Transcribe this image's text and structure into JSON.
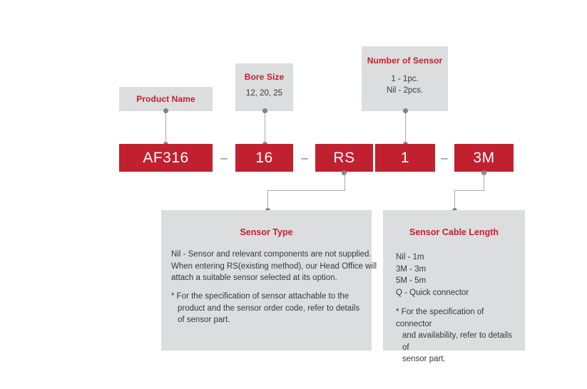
{
  "diagram": {
    "type": "part-number-breakdown",
    "colors": {
      "accent_red": "#C1202F",
      "panel_grey": "#DCDDDF",
      "connector_grey": "#A7A9AC",
      "text_dark": "#37383A"
    },
    "code_chips": [
      {
        "id": "product",
        "value": "AF316"
      },
      {
        "id": "bore",
        "value": "16"
      },
      {
        "id": "sensor_type",
        "value": "RS"
      },
      {
        "id": "sensor_number",
        "value": "1"
      },
      {
        "id": "cable_length",
        "value": "3M"
      }
    ],
    "separators": [
      "–",
      "–",
      "–"
    ],
    "callouts": [
      {
        "id": "product-name",
        "title": "Product Name",
        "lines": []
      },
      {
        "id": "bore-size",
        "title": "Bore Size",
        "lines": [
          "12, 20, 25"
        ]
      },
      {
        "id": "number-of-sensor",
        "title": "Number of Sensor",
        "lines": [
          "1 - 1pc.",
          "Nil - 2pcs."
        ]
      }
    ],
    "panels": [
      {
        "id": "sensor-type",
        "title": "Sensor Type",
        "body": [
          "Nil - Sensor and relevant components are not supplied.",
          "When entering RS(existing method), our Head Office will",
          "attach a suitable sensor selected at its option."
        ],
        "note": [
          "* For the specification of sensor attachable to the",
          "product and the sensor order code, refer to details",
          "of sensor part."
        ]
      },
      {
        "id": "sensor-cable-length",
        "title": "Sensor Cable Length",
        "body": [
          "Nil - 1m",
          "3M - 3m",
          "5M - 5m",
          "Q - Quick connector"
        ],
        "note": [
          "* For the specification of connector",
          "and availability, refer to details of",
          "sensor part."
        ]
      }
    ]
  }
}
